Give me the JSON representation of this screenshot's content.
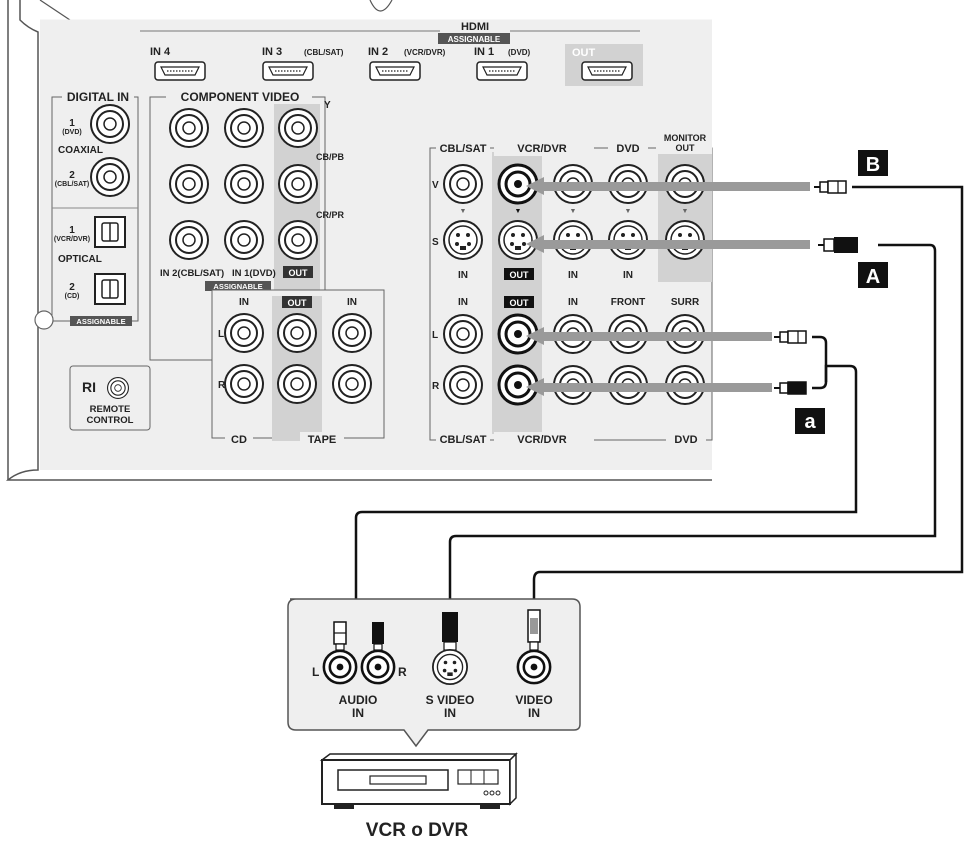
{
  "panel": {
    "hdmi": {
      "title": "HDMI",
      "assignable": "ASSIGNABLE",
      "in4": "IN 4",
      "in3": "IN 3",
      "in3_sub": "(CBL/SAT)",
      "in2": "IN 2",
      "in2_sub": "(VCR/DVR)",
      "in1": "IN 1",
      "in1_sub": "(DVD)",
      "out": "OUT"
    },
    "digital_in": {
      "title": "DIGITAL IN",
      "coax1_num": "1",
      "coax1_sub": "(DVD)",
      "coaxial": "COAXIAL",
      "coax2_num": "2",
      "coax2_sub": "(CBL/SAT)",
      "opt1_num": "1",
      "opt1_sub": "(VCR/DVR)",
      "optical": "OPTICAL",
      "opt2_num": "2",
      "opt2_sub": "(CD)",
      "assignable": "ASSIGNABLE"
    },
    "component": {
      "title": "COMPONENT VIDEO",
      "y": "Y",
      "cb": "CB/PB",
      "cr": "CR/PR",
      "in2": "IN 2(CBL/SAT)",
      "in1": "IN 1(DVD)",
      "out": "OUT",
      "assignable": "ASSIGNABLE"
    },
    "audio_block": {
      "in_left": "IN",
      "out": "OUT",
      "in_right": "IN",
      "l": "L",
      "r": "R",
      "cd": "CD",
      "tape": "TAPE"
    },
    "remote": {
      "ri": "RI",
      "line1": "REMOTE",
      "line2": "CONTROL"
    },
    "av": {
      "cbl_sat": "CBL/SAT",
      "vcr_dvr": "VCR/DVR",
      "dvd": "DVD",
      "monitor_out_1": "MONITOR",
      "monitor_out_2": "OUT",
      "v": "V",
      "s": "S",
      "in_1": "IN",
      "out_1": "OUT",
      "in_2": "IN",
      "in_3": "IN",
      "in_4": "IN",
      "out_2": "OUT",
      "in_5": "IN",
      "front": "FRONT",
      "surr": "SURR",
      "l": "L",
      "r": "R",
      "cbl_sat_bottom": "CBL/SAT",
      "vcr_dvr_bottom": "VCR/DVR",
      "dvd_bottom": "DVD"
    }
  },
  "callouts": {
    "b": "B",
    "a_upper": "A",
    "a_lower": "a"
  },
  "device": {
    "audio_in_1": "AUDIO",
    "audio_in_2": "IN",
    "l": "L",
    "r": "R",
    "svideo_1": "S VIDEO",
    "svideo_2": "IN",
    "video_1": "VIDEO",
    "video_2": "IN",
    "name": "VCR o DVR"
  }
}
